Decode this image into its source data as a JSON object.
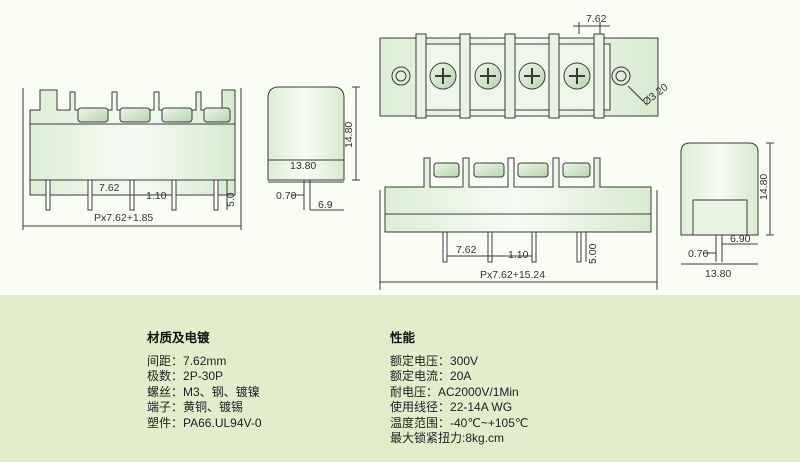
{
  "drawing": {
    "dims": {
      "pitch_top": "7.62",
      "hole_dia": "Ø3.20",
      "height_a": "14.80",
      "width_a": "13.80",
      "off_a1": "0.70",
      "off_a2": "6.9",
      "pitch_a": "7.62",
      "pin_a": "1.10",
      "pinlen_a": "5.0",
      "total_a": "Px7.62+1.85",
      "pitch_b": "7.62",
      "pin_b": "1.10",
      "pinlen_b": "5.00",
      "total_b": "Px7.62+15.24",
      "height_b": "14.80",
      "off_b1": "0.70",
      "off_b2": "6.90",
      "width_b": "13.80"
    }
  },
  "specs": {
    "materials": {
      "title": "材质及电镀",
      "rows": [
        {
          "key": "间距：",
          "value": "7.62mm"
        },
        {
          "key": "极数：",
          "value": "2P-30P"
        },
        {
          "key": "螺丝：",
          "value": "M3、钢、镀镍"
        },
        {
          "key": "端子：",
          "value": "黄铜、镀锡"
        },
        {
          "key": "塑件：",
          "value": "PA66.UL94V-0"
        }
      ]
    },
    "performance": {
      "title": "性能",
      "rows": [
        {
          "key": "额定电压：",
          "value": "300V"
        },
        {
          "key": "额定电流：",
          "value": "20A"
        },
        {
          "key": "耐电压：",
          "value": "AC2000V/1Min"
        },
        {
          "key": "使用线径：",
          "value": "22-14A WG"
        },
        {
          "key": "温度范围：",
          "value": "-40℃~+105℃"
        },
        {
          "key": "最大锁紧扭力:",
          "value": "8kg.cm"
        }
      ]
    }
  }
}
